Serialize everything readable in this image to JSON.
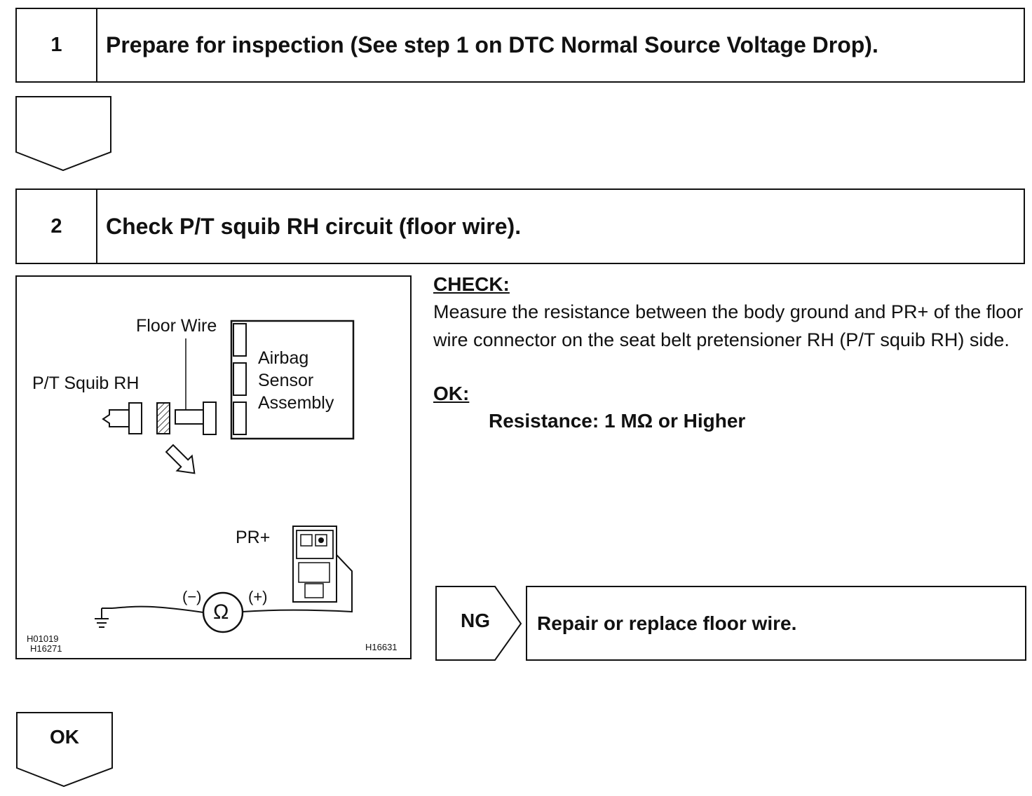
{
  "steps": [
    {
      "number": "1",
      "title": "Prepare for inspection (See step 1 on DTC Normal Source Voltage Drop)."
    },
    {
      "number": "2",
      "title": "Check P/T squib RH circuit (floor wire)."
    }
  ],
  "figure": {
    "labels": {
      "floor_wire": "Floor Wire",
      "pt_squib": "P/T Squib RH",
      "airbag_line1": "Airbag",
      "airbag_line2": "Sensor",
      "airbag_line3": "Assembly",
      "pr_plus": "PR+",
      "minus": "(−)",
      "plus": "(+)",
      "ohm": "Ω"
    },
    "codes": {
      "left_1": "H01019",
      "left_2": "H16271",
      "right": "H16631"
    },
    "icons": [
      "ohmmeter-icon",
      "ground-icon",
      "hatched-arrow-icon",
      "connector-icon"
    ]
  },
  "check": {
    "heading": "CHECK:",
    "body": "Measure the resistance between the body ground and PR+ of the floor wire connector on the seat belt pretensioner RH (P/T squib RH) side.",
    "ok_heading": "OK:",
    "spec": "Resistance: 1 MΩ or Higher"
  },
  "ng": {
    "label": "NG",
    "result": "Repair or replace floor wire."
  },
  "ok": {
    "label": "OK"
  }
}
